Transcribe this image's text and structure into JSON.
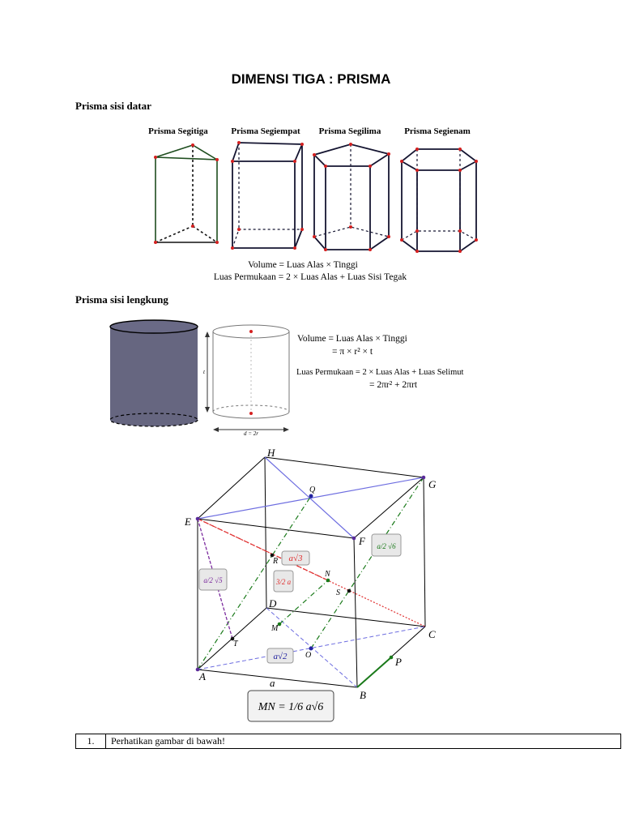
{
  "page_title": "DIMENSI TIGA : PRISMA",
  "sections": {
    "flat": "Prisma sisi datar",
    "curved": "Prisma sisi lengkung"
  },
  "flat_prisms": {
    "labels": [
      "Prisma Segitiga",
      "Prisma Segiempat",
      "Prisma Segilima",
      "Prisma Segienam"
    ],
    "formula_volume": "Volume = Luas Alas × Tinggi",
    "formula_area": "Luas Permukaan = 2 × Luas Alas + Luas Sisi Tegak"
  },
  "cylinder": {
    "height_label": "t",
    "diameter_label": "d = 2r",
    "volume_line1": "Volume = Luas Alas × Tinggi",
    "volume_line2": "= π × r² × t",
    "area_line1": "Luas Permukaan = 2 × Luas Alas + Luas Selimut",
    "area_line2": "= 2πr² + 2πrt"
  },
  "cube": {
    "vertices": {
      "A": "A",
      "B": "B",
      "C": "C",
      "D": "D",
      "E": "E",
      "F": "F",
      "G": "G",
      "H": "H"
    },
    "points": {
      "Q": "Q",
      "R": "R",
      "N": "N",
      "S": "S",
      "M": "M",
      "O": "O",
      "T": "T",
      "P": "P"
    },
    "edge_label": "a",
    "labels": {
      "a_root3": "a√3",
      "three_halves_a": "3/2 a",
      "half_a_root5": "a/2 √5",
      "half_a_root6": "a/2 √6",
      "a_root2": "a√2",
      "mn_formula": "MN = 1/6 a√6"
    }
  },
  "question": {
    "number": "1.",
    "text": "Perhatikan gambar di bawah!"
  }
}
